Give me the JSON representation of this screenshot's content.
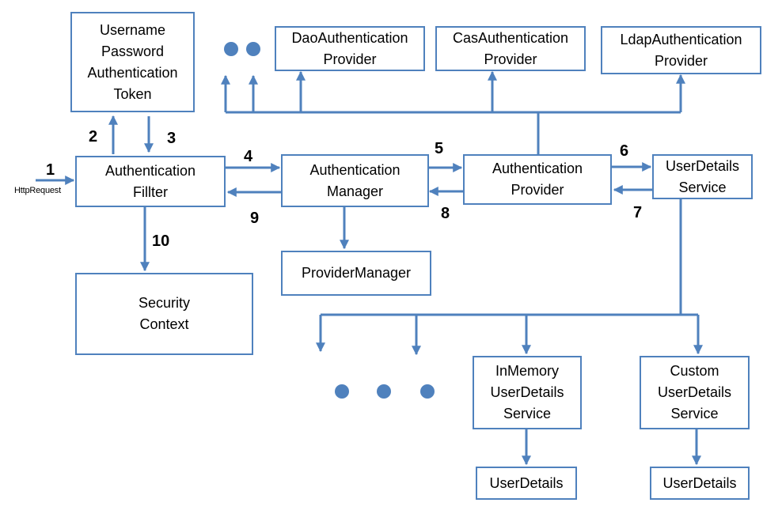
{
  "colors": {
    "line": "#4f81bd",
    "dot": "#4f81bd",
    "box_border": "#4f81bd",
    "text": "#000000"
  },
  "boxes": {
    "upat": "Username\nPassword\nAuthentication\nToken",
    "filter": "Authentication\nFillter",
    "security_context": "Security\nContext",
    "auth_manager": "Authentication\nManager",
    "provider_manager": "ProviderManager",
    "auth_provider": "Authentication\nProvider",
    "dao_provider": "DaoAuthentication\nProvider",
    "cas_provider": "CasAuthentication\nProvider",
    "ldap_provider": "LdapAuthentication\nProvider",
    "uds": "UserDetails\nService",
    "inmemory_uds": "InMemory\nUserDetails\nService",
    "custom_uds": "Custom\nUserDetails\nService",
    "ud_inmemory": "UserDetails",
    "ud_custom": "UserDetails"
  },
  "labels": {
    "http_request": "HttpRequest",
    "step1": "1",
    "step2": "2",
    "step3": "3",
    "step4": "4",
    "step5": "5",
    "step6": "6",
    "step7": "7",
    "step8": "8",
    "step9": "9",
    "step10": "10"
  }
}
